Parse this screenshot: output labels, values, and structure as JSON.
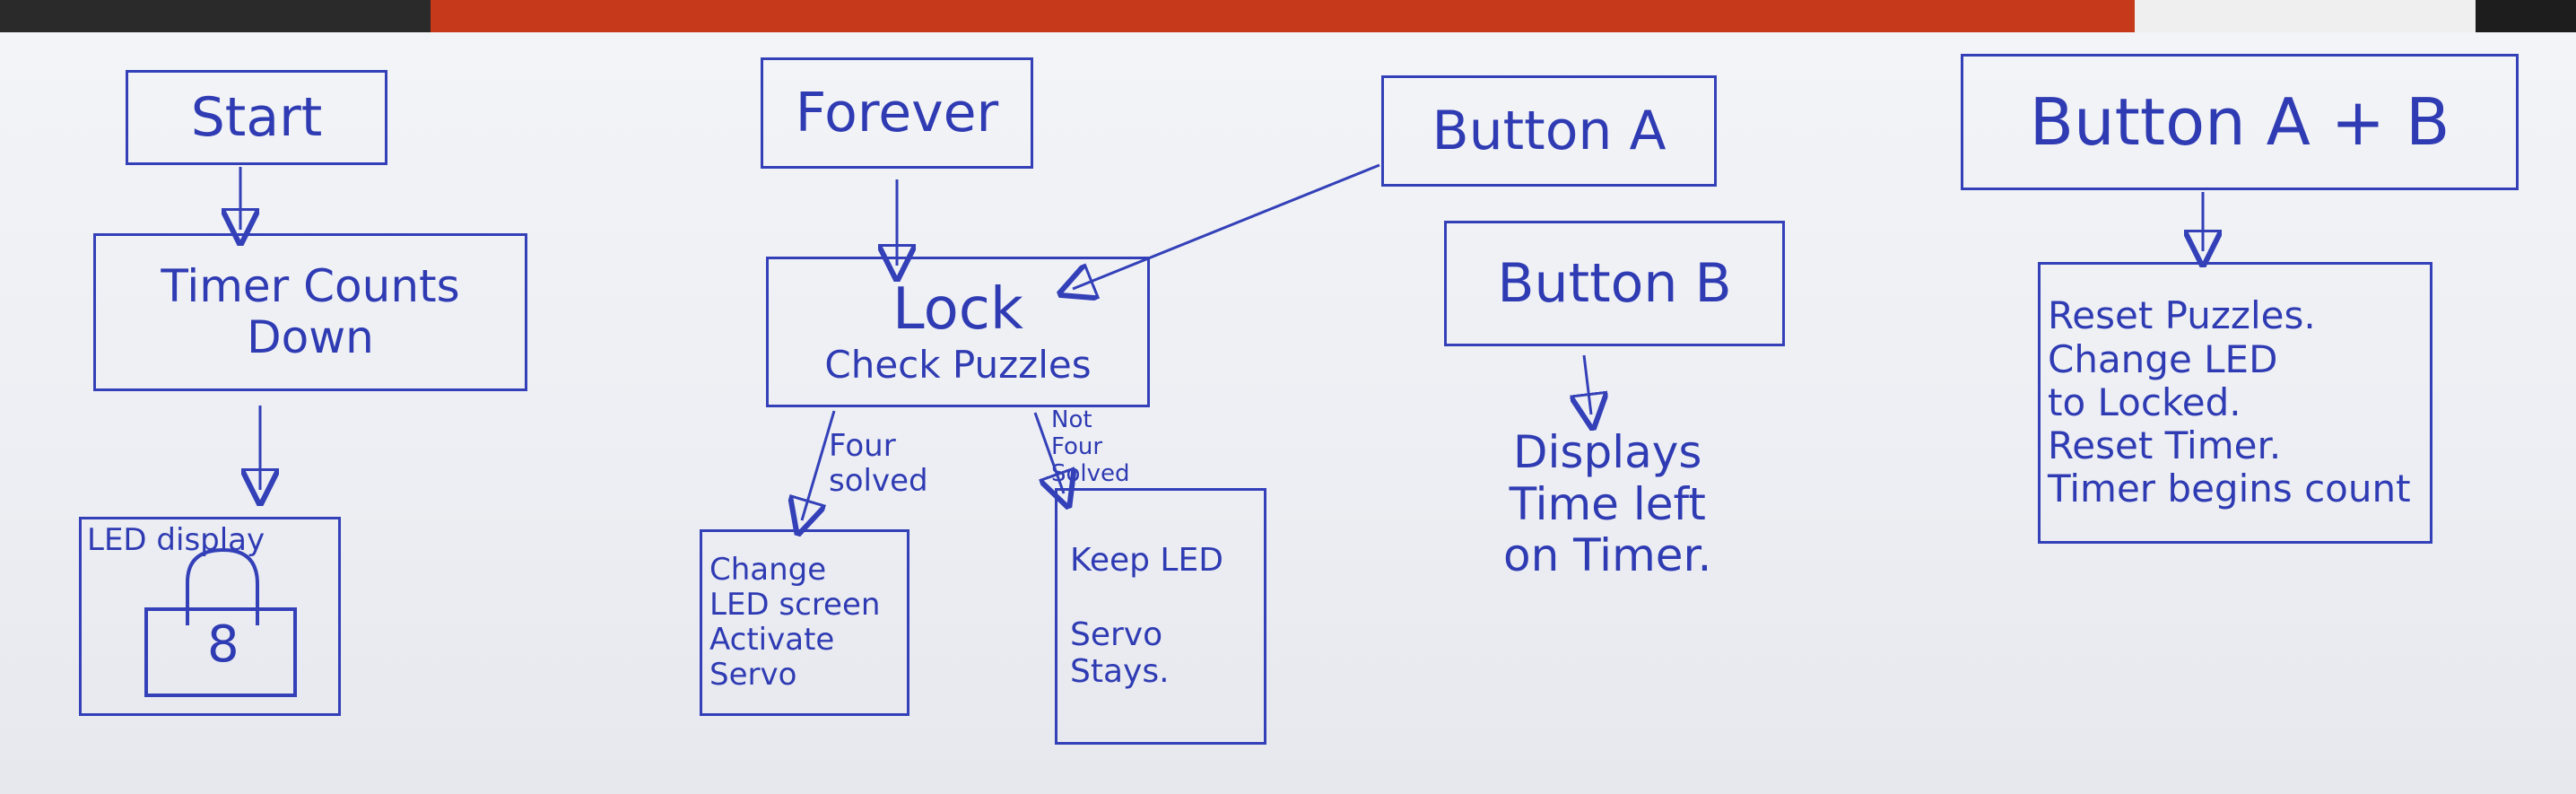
{
  "nodes": {
    "start": "Start",
    "timer": "Timer Counts\nDown",
    "led_display": "LED display",
    "led_digit": "8",
    "forever": "Forever",
    "lock_title": "Lock",
    "lock_sub": "Check Puzzles",
    "button_a": "Button A",
    "button_b": "Button B",
    "button_ab": "Button A + B",
    "change_led": "Change\nLED screen\nActivate\nServo",
    "keep_led": "Keep LED\n\nServo\nStays.",
    "displays": "Displays\nTime left\non Timer.",
    "reset": "Reset Puzzles.\nChange LED\nto Locked.\nReset Timer.\nTimer begins count"
  },
  "edge_labels": {
    "four_solved": "Four\nsolved",
    "not_four_solved": "Not\nFour\nSolved"
  },
  "colors": {
    "ink": "#2f3bb3",
    "paper": "#eef0f4",
    "backdrop_red": "#c6391a"
  }
}
